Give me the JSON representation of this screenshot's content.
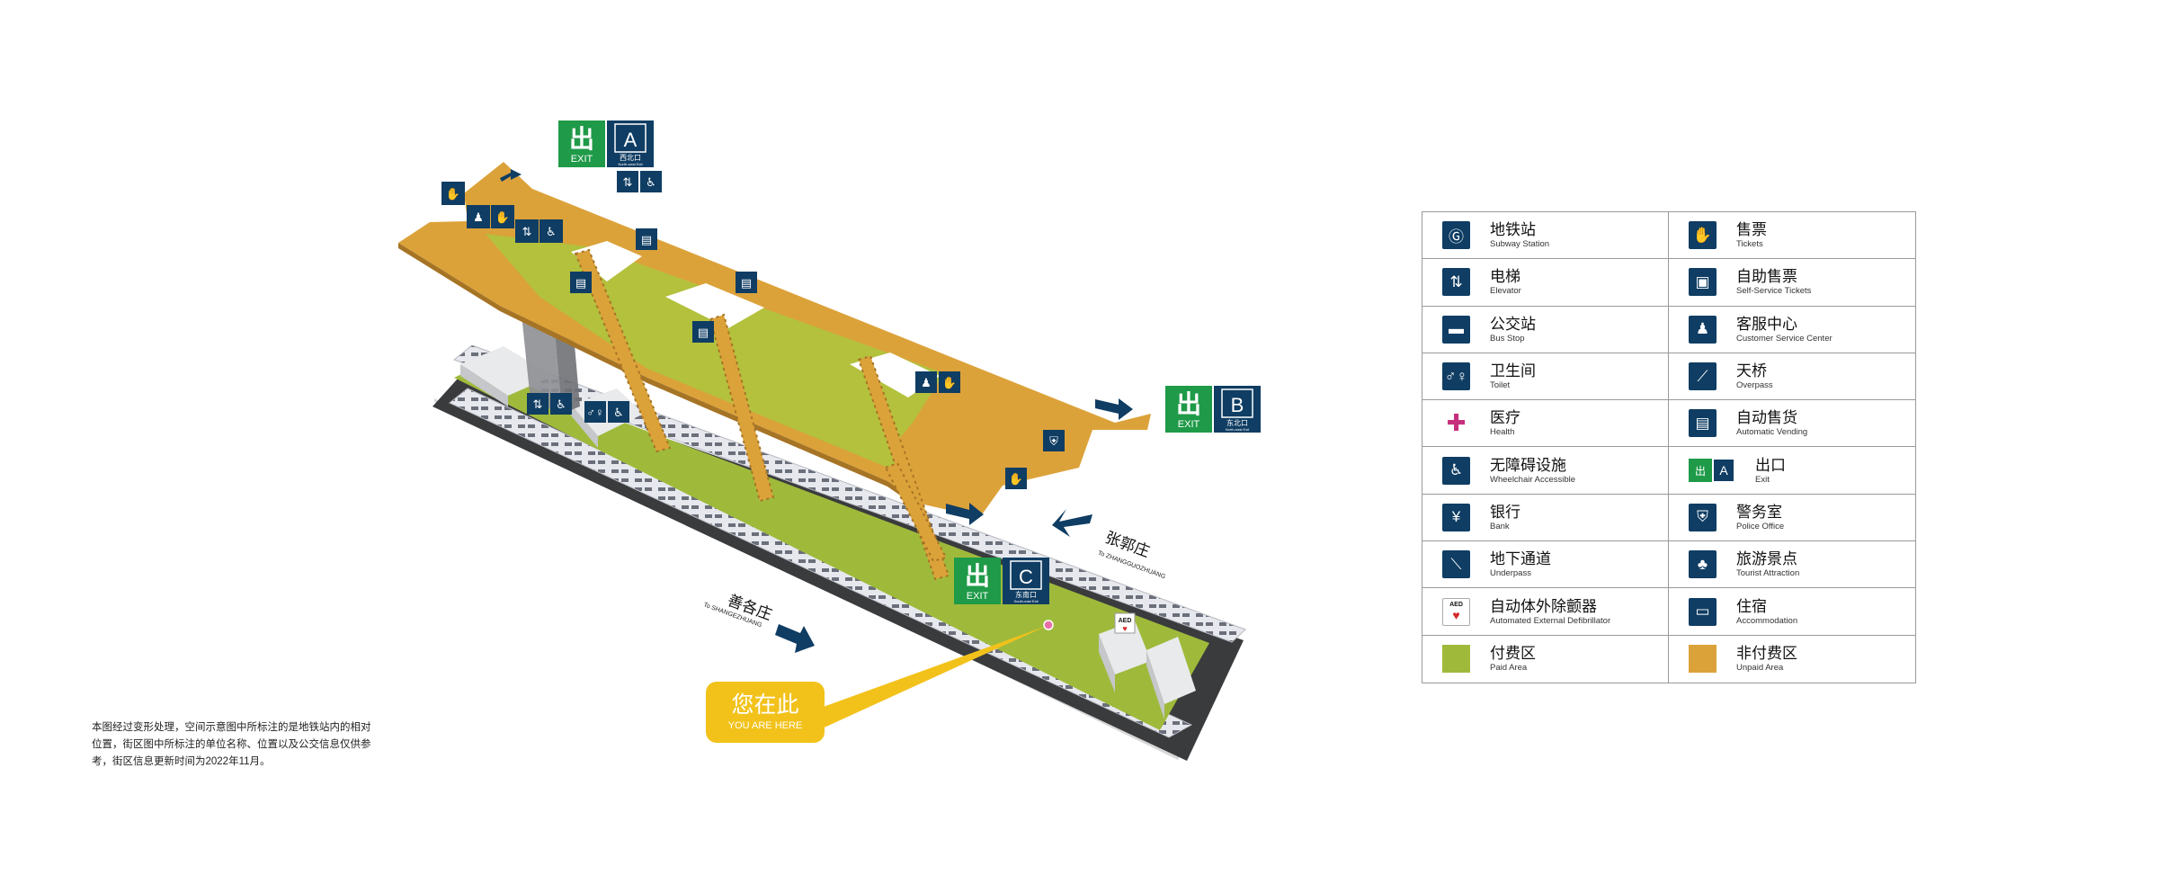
{
  "map": {
    "exits": [
      {
        "letter": "A",
        "exit_word": "EXIT",
        "label_zh": "西北口",
        "label_en": "North-west Exit"
      },
      {
        "letter": "B",
        "exit_word": "EXIT",
        "label_zh": "东北口",
        "label_en": "North-east Exit"
      },
      {
        "letter": "C",
        "exit_word": "EXIT",
        "label_zh": "东南口",
        "label_en": "South-east Exit"
      }
    ],
    "directions": [
      {
        "zh": "张郭庄",
        "en": "To ZHANGGUOZHUANG"
      },
      {
        "zh": "善各庄",
        "en": "To SHANGEZHUANG"
      }
    ],
    "you_are_here": {
      "zh": "您在此",
      "en": "YOU ARE HERE"
    },
    "aed_label": "AED",
    "colors": {
      "paid": "#9fba3b",
      "unpaid": "#dca23a",
      "exit_green": "#1f9a48",
      "sign_blue": "#0f3d63",
      "callout": "#f2c21b"
    }
  },
  "note": {
    "text": "本图经过变形处理，空间示意图中所标注的是地铁站内的相对位置，街区图中所标注的单位名称、位置以及公交信息仅供参考，街区信息更新时间为2022年11月。"
  },
  "legend": {
    "items": [
      {
        "icon": "subway-station-icon",
        "glyph": "Ⓖ",
        "zh": "地铁站",
        "en": "Subway Station"
      },
      {
        "icon": "tickets-icon",
        "glyph": "✋",
        "zh": "售票",
        "en": "Tickets"
      },
      {
        "icon": "elevator-icon",
        "glyph": "⇅",
        "zh": "电梯",
        "en": "Elevator"
      },
      {
        "icon": "self-service-tickets-icon",
        "glyph": "▣",
        "zh": "自助售票",
        "en": "Self-Service Tickets"
      },
      {
        "icon": "bus-stop-icon",
        "glyph": "▬",
        "zh": "公交站",
        "en": "Bus Stop"
      },
      {
        "icon": "customer-service-icon",
        "glyph": "♟",
        "zh": "客服中心",
        "en": "Customer Service Center"
      },
      {
        "icon": "toilet-icon",
        "glyph": "♂♀",
        "zh": "卫生间",
        "en": "Toilet"
      },
      {
        "icon": "overpass-icon",
        "glyph": "⟋",
        "zh": "天桥",
        "en": "Overpass"
      },
      {
        "icon": "health-icon",
        "glyph": "✚",
        "zh": "医疗",
        "en": "Health"
      },
      {
        "icon": "vending-icon",
        "glyph": "▤",
        "zh": "自动售货",
        "en": "Automatic Vending"
      },
      {
        "icon": "wheelchair-icon",
        "glyph": "♿",
        "zh": "无障碍设施",
        "en": "Wheelchair Accessible"
      },
      {
        "icon": "exit-icon",
        "glyph": "出",
        "glyph2": "A",
        "zh": "出口",
        "en": "Exit"
      },
      {
        "icon": "bank-icon",
        "glyph": "¥",
        "zh": "银行",
        "en": "Bank"
      },
      {
        "icon": "police-icon",
        "glyph": "⛨",
        "zh": "警务室",
        "en": "Police Office"
      },
      {
        "icon": "underpass-icon",
        "glyph": "⟍",
        "zh": "地下通道",
        "en": "Underpass"
      },
      {
        "icon": "tourist-attraction-icon",
        "glyph": "♣",
        "zh": "旅游景点",
        "en": "Tourist Attraction"
      },
      {
        "icon": "aed-icon",
        "glyph": "AED",
        "glyph2": "♥",
        "zh": "自动体外除颤器",
        "en": "Automated External Defibrillator"
      },
      {
        "icon": "accommodation-icon",
        "glyph": "▭",
        "zh": "住宿",
        "en": "Accommodation"
      },
      {
        "icon": "paid-area-swatch",
        "glyph": "",
        "zh": "付费区",
        "en": "Paid Area"
      },
      {
        "icon": "unpaid-area-swatch",
        "glyph": "",
        "zh": "非付费区",
        "en": "Unpaid Area"
      }
    ]
  }
}
